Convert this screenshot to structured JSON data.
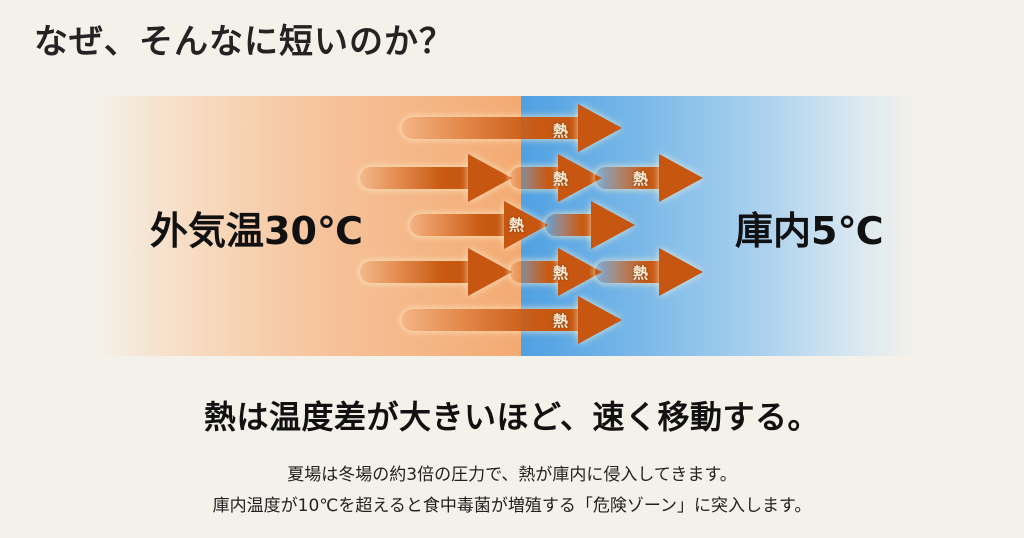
{
  "title": "なぜ、そんなに短いのか？",
  "diagram": {
    "outside_label": "外気温30℃",
    "inside_label": "庫内5℃",
    "heat_label": "熱",
    "colors": {
      "warm": "#f3aa72",
      "cold": "#4fa0e2",
      "arrow": "#c75610",
      "background": "#f4f1ea"
    },
    "arrows": [
      {
        "row": 1,
        "segments": 1,
        "labels": [
          "熱"
        ]
      },
      {
        "row": 2,
        "segments": 3,
        "labels": [
          "熱",
          "熱"
        ]
      },
      {
        "row": 3,
        "segments": 2,
        "labels": [
          "熱"
        ]
      },
      {
        "row": 4,
        "segments": 3,
        "labels": [
          "熱",
          "熱"
        ]
      },
      {
        "row": 5,
        "segments": 1,
        "labels": [
          "熱"
        ]
      }
    ]
  },
  "headline": "熱は温度差が大きいほど、速く移動する。",
  "body": {
    "line1": "夏場は冬場の約3倍の圧力で、熱が庫内に侵入してきます。",
    "line2": "庫内温度が10℃を超えると食中毒菌が増殖する「危険ゾーン」に突入します。"
  }
}
